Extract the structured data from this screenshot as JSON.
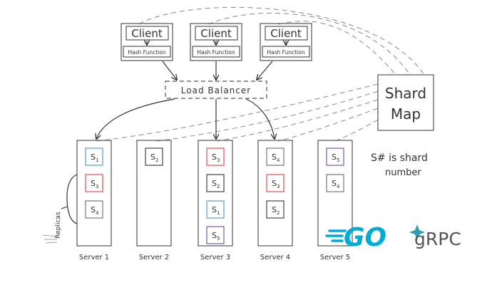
{
  "clients": [
    {
      "label": "Client",
      "function": "Hash Function"
    },
    {
      "label": "Client",
      "function": "Hash Function"
    },
    {
      "label": "Client",
      "function": "Hash Function"
    }
  ],
  "load_balancer": "Load Balancer",
  "shard_map": {
    "line1": "Shard",
    "line2": "Map"
  },
  "replicas_label": "Replicas",
  "legend": {
    "line1": "S# is shard",
    "line2": "number"
  },
  "servers": [
    {
      "label": "Server 1",
      "shards": [
        {
          "name": "S",
          "sub": "1",
          "color": "#5b9bd5"
        },
        {
          "name": "S",
          "sub": "3",
          "color": "#e05050"
        },
        {
          "name": "S",
          "sub": "4",
          "color": "#777777"
        }
      ]
    },
    {
      "label": "Server 2",
      "shards": [
        {
          "name": "S",
          "sub": "2",
          "color": "#444444"
        }
      ]
    },
    {
      "label": "Server 3",
      "shards": [
        {
          "name": "S",
          "sub": "3",
          "color": "#e05050"
        },
        {
          "name": "S",
          "sub": "2",
          "color": "#444444"
        },
        {
          "name": "S",
          "sub": "1",
          "color": "#5b9bd5"
        },
        {
          "name": "S",
          "sub": "5",
          "color": "#7a5ca8"
        }
      ]
    },
    {
      "label": "Server 4",
      "shards": [
        {
          "name": "S",
          "sub": "4",
          "color": "#777777"
        },
        {
          "name": "S",
          "sub": "3",
          "color": "#e05050"
        },
        {
          "name": "S",
          "sub": "2",
          "color": "#444444"
        }
      ]
    },
    {
      "label": "Server 5",
      "shards": [
        {
          "name": "S",
          "sub": "5",
          "color": "#7a5ca8"
        },
        {
          "name": "S",
          "sub": "4",
          "color": "#777777"
        }
      ]
    }
  ],
  "logos": {
    "go": {
      "text": "GO",
      "color": "#00acd7"
    },
    "grpc": {
      "text": "gRPC",
      "color": "#555555",
      "accent": "#2c9fb0"
    }
  }
}
